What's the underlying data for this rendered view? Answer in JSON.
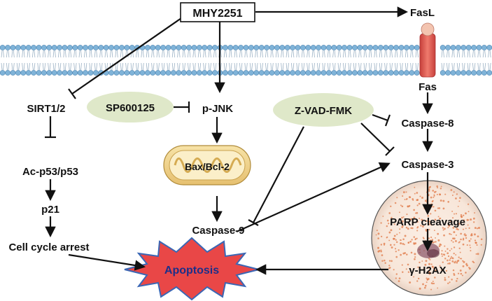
{
  "nodes": {
    "drug": "MHY2251",
    "fasl": "FasL",
    "fas": "Fas",
    "sirt": "SIRT1/2",
    "inhibitor_jnk": "SP600125",
    "pjnk": "p-JNK",
    "inhibitor_caspase": "Z-VAD-FMK",
    "caspase8": "Caspase-8",
    "caspase3": "Caspase-3",
    "acp53": "Ac-p53/p53",
    "bax": "Bax/Bcl-2",
    "p21": "p21",
    "parp": "PARP cleavage",
    "caspase9": "Caspase-9",
    "cell_cycle": "Cell cycle arrest",
    "apoptosis": "Apoptosis",
    "h2ax": "γ-H2AX"
  },
  "colors": {
    "membrane_head": "#7fb3d8",
    "inhibitor_fill": "#dfe8c9",
    "apoptosis_fill": "#e94747",
    "apoptosis_text": "#1c2f8a",
    "receptor": "#e0564d",
    "cell_dots": "#e07a48"
  },
  "icons": [
    "cell-membrane",
    "fas-receptor-icon",
    "mitochondrion-icon",
    "nucleus-cell-icon",
    "apoptosis-burst-icon"
  ]
}
